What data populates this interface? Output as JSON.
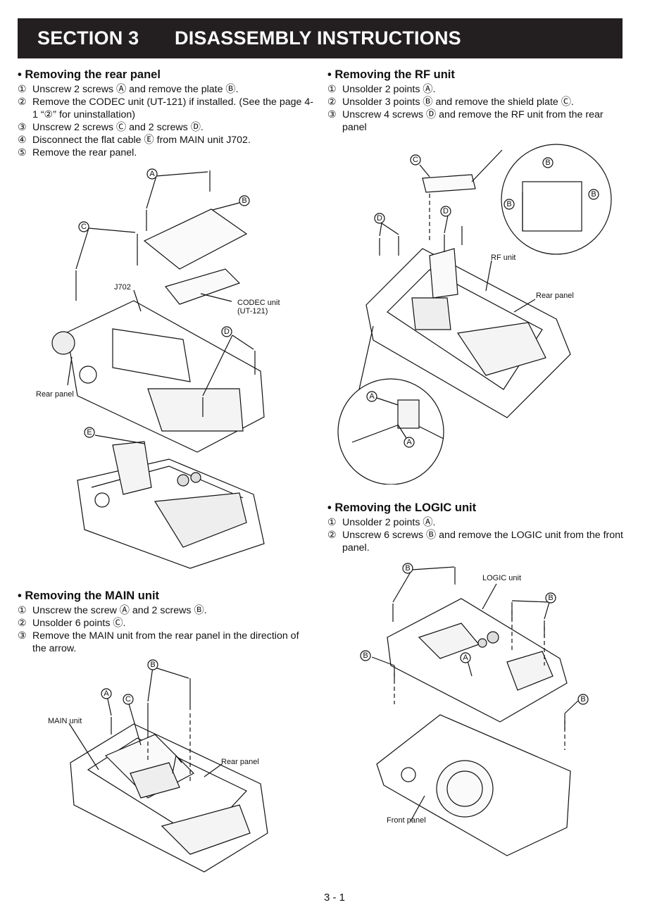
{
  "header": {
    "section_number": "SECTION 3",
    "section_title": "DISASSEMBLY INSTRUCTIONS"
  },
  "rear_panel": {
    "heading": "• Removing the rear panel",
    "steps": [
      {
        "num": "①",
        "text": "Unscrew 2 screws Ⓐ and remove the plate Ⓑ."
      },
      {
        "num": "②",
        "text": "Remove the CODEC unit (UT-121) if installed. (See the page 4-1 “②” for uninstallation)"
      },
      {
        "num": "③",
        "text": "Unscrew 2 screws Ⓒ and 2 screws Ⓓ."
      },
      {
        "num": "④",
        "text": "Disconnect the flat cable Ⓔ from MAIN unit J702."
      },
      {
        "num": "⑤",
        "text": "Remove the rear panel."
      }
    ],
    "figure": {
      "labels": {
        "j702": "J702",
        "codec": "CODEC unit",
        "codec_model": "(UT-121)",
        "rear_panel": "Rear panel"
      },
      "callouts": [
        "A",
        "B",
        "C",
        "D",
        "E"
      ]
    }
  },
  "rf_unit": {
    "heading": "• Removing the RF unit",
    "steps": [
      {
        "num": "①",
        "text": "Unsolder 2 points Ⓐ."
      },
      {
        "num": "②",
        "text": "Unsolder 3 points Ⓑ and remove the shield plate Ⓒ."
      },
      {
        "num": "③",
        "text": "Unscrew 4 screws Ⓓ and remove the RF unit from the rear panel"
      }
    ],
    "figure": {
      "labels": {
        "rf_unit": "RF unit",
        "rear_panel": "Rear panel"
      },
      "callouts": [
        "A",
        "B",
        "C",
        "D"
      ]
    }
  },
  "logic_unit": {
    "heading": "• Removing the LOGIC unit",
    "steps": [
      {
        "num": "①",
        "text": "Unsolder 2 points Ⓐ."
      },
      {
        "num": "②",
        "text": "Unscrew 6 screws Ⓑ and remove the LOGIC unit from the front panel."
      }
    ],
    "figure": {
      "labels": {
        "logic_unit": "LOGIC unit",
        "front_panel": "Front panel"
      },
      "callouts": [
        "A",
        "B"
      ]
    }
  },
  "main_unit": {
    "heading": "• Removing the MAIN unit",
    "steps": [
      {
        "num": "①",
        "text": "Unscrew the screw Ⓐ and 2 screws Ⓑ."
      },
      {
        "num": "②",
        "text": "Unsolder 6 points Ⓒ."
      },
      {
        "num": "③",
        "text": "Remove the MAIN unit from the rear panel in the direction of the arrow."
      }
    ],
    "figure": {
      "labels": {
        "main_unit": "MAIN unit",
        "rear_panel": "Rear panel"
      },
      "callouts": [
        "A",
        "B",
        "C"
      ]
    }
  },
  "footer": {
    "page_number": "3 - 1"
  }
}
